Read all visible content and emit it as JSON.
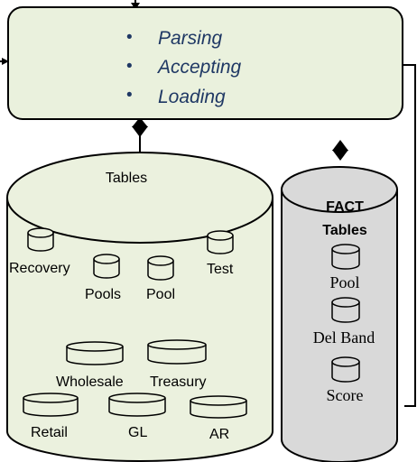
{
  "process_box": {
    "items": [
      "Parsing",
      "Accepting",
      "Loading"
    ],
    "bullet": "•"
  },
  "staging_db": {
    "title": "Tables",
    "tables": [
      "Recovery",
      "Pools",
      "Pool",
      "Test",
      "Wholesale",
      "Treasury",
      "Retail",
      "GL",
      "AR"
    ]
  },
  "fact_db": {
    "title_line1": "FACT",
    "title_line2": "Tables",
    "tables": [
      "Pool",
      "Del Band",
      "Score"
    ]
  },
  "colors": {
    "process_fill": "#eaf1dd",
    "staging_fill": "#ebf1de",
    "fact_fill": "#d9d9d9",
    "text_blue": "#1f3864",
    "stroke": "#000000"
  }
}
